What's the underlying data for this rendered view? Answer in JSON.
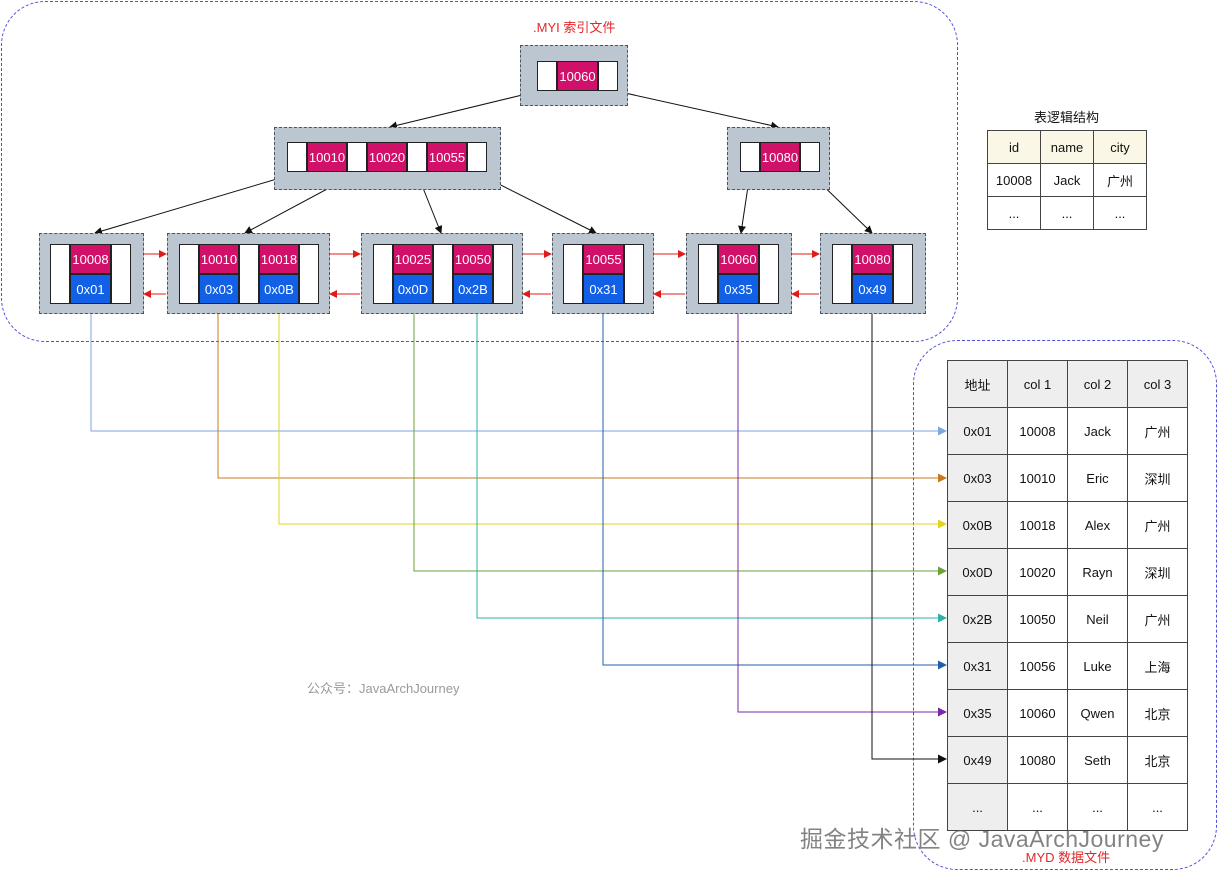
{
  "myi_title": ".MYI 索引文件",
  "myd_title": ".MYD 数据文件",
  "logic_title": "表逻辑结构",
  "watermark": "公众号：JavaArchJourney",
  "brand": "掘金技术社区 @ JavaArchJourney",
  "colors": {
    "key": "#d1106a",
    "addr": "#1160e6",
    "node": "#bcc6d0",
    "region": "#5050d8",
    "title": "#e0282c"
  },
  "root": {
    "keys": [
      "10060"
    ]
  },
  "internal": [
    {
      "keys": [
        "10010",
        "10020",
        "10055"
      ]
    },
    {
      "keys": [
        "10080"
      ]
    }
  ],
  "leaves": [
    {
      "keys": [
        "10008"
      ],
      "addrs": [
        "0x01"
      ]
    },
    {
      "keys": [
        "10010",
        "10018"
      ],
      "addrs": [
        "0x03",
        "0x0B"
      ]
    },
    {
      "keys": [
        "10025",
        "10050"
      ],
      "addrs": [
        "0x0D",
        "0x2B"
      ]
    },
    {
      "keys": [
        "10055"
      ],
      "addrs": [
        "0x31"
      ]
    },
    {
      "keys": [
        "10060"
      ],
      "addrs": [
        "0x35"
      ]
    },
    {
      "keys": [
        "10080"
      ],
      "addrs": [
        "0x49"
      ]
    }
  ],
  "logic_table": {
    "headers": [
      "id",
      "name",
      "city"
    ],
    "rows": [
      [
        "10008",
        "Jack",
        "广州"
      ],
      [
        "...",
        "...",
        "..."
      ]
    ]
  },
  "myd_table": {
    "headers": [
      "地址",
      "col 1",
      "col 2",
      "col 3"
    ],
    "rows": [
      [
        "0x01",
        "10008",
        "Jack",
        "广州"
      ],
      [
        "0x03",
        "10010",
        "Eric",
        "深圳"
      ],
      [
        "0x0B",
        "10018",
        "Alex",
        "广州"
      ],
      [
        "0x0D",
        "10020",
        "Rayn",
        "深圳"
      ],
      [
        "0x2B",
        "10050",
        "Neil",
        "广州"
      ],
      [
        "0x31",
        "10056",
        "Luke",
        "上海"
      ],
      [
        "0x35",
        "10060",
        "Qwen",
        "北京"
      ],
      [
        "0x49",
        "10080",
        "Seth",
        "北京"
      ],
      [
        "...",
        "...",
        "...",
        "..."
      ]
    ]
  }
}
